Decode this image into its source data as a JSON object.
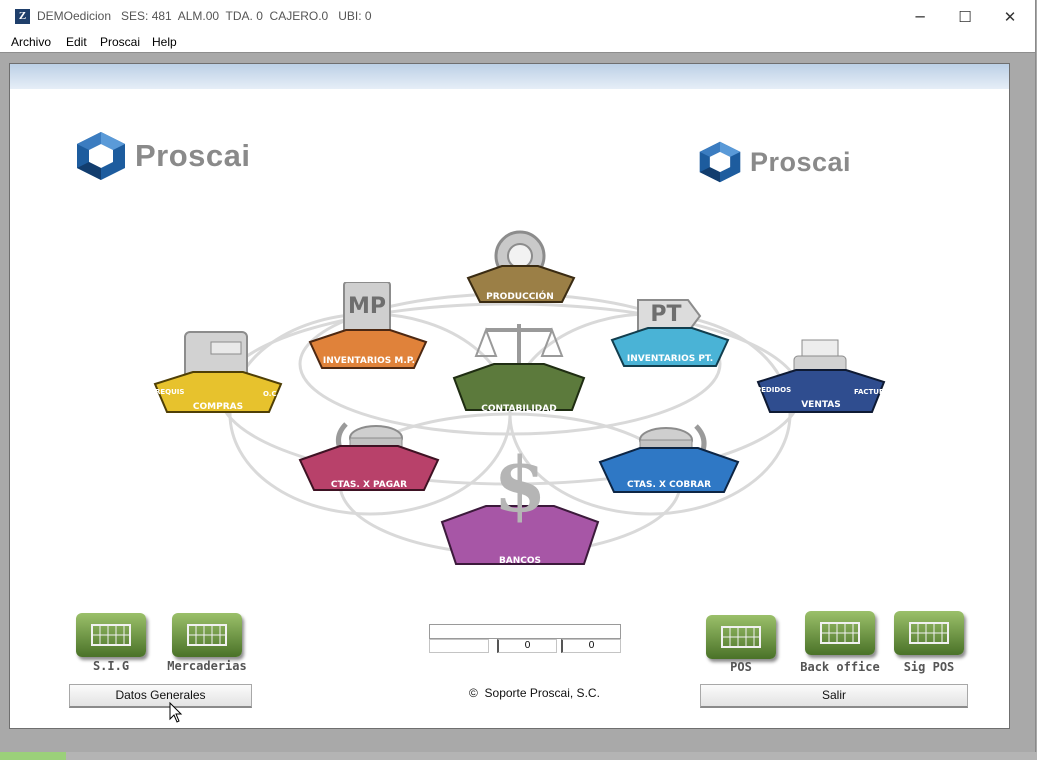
{
  "titlebar": {
    "title": "DEMOedicion   SES: 481  ALM.00  TDA. 0  CAJERO.0   UBI: 0",
    "app_icon": "Z",
    "minimize_glyph": "─",
    "maximize_glyph": "☐",
    "close_glyph": "✕"
  },
  "menu": {
    "items": [
      "Archivo",
      "Edit",
      "Proscai",
      "Help"
    ]
  },
  "logos": {
    "left_text": "Proscai",
    "right_text": "Proscai"
  },
  "modules": {
    "produccion": "PRODUCCIÓN",
    "inventarios_mp": "INVENTARIOS M.P.",
    "inventarios_pt": "INVENTARIOS PT.",
    "compras": "COMPRAS",
    "contabilidad": "CONTABILIDAD",
    "ventas": "VENTAS",
    "ctas_pagar": "CTAS. X PAGAR",
    "ctas_cobrar": "CTAS. X COBRAR",
    "bancos": "BANCOS",
    "mp_icon_text": "MP",
    "pt_icon_text": "PT",
    "compras_side_left": "REQUIS",
    "compras_side_right": "O.C.",
    "ventas_side_left": "PEDIDOS",
    "ventas_side_right": "FACTURA",
    "dollar": "$"
  },
  "left_buttons": {
    "sig": "S.I.G",
    "mercaderias": "Mercaderias",
    "datos_generales": "Datos Generales"
  },
  "right_buttons": {
    "pos": "POS",
    "back_office": "Back office",
    "sig_pos": "Sig POS",
    "salir": "Salir"
  },
  "status": {
    "value_a": "0",
    "value_b": "0"
  },
  "footer": {
    "copyright": "Soporte Proscai, S.C."
  },
  "colors": {
    "produccion": "#9b7f46",
    "inventarios_mp": "#e0823a",
    "inventarios_pt": "#4ab3d6",
    "compras": "#e7c22d",
    "contabilidad": "#5c7a3c",
    "ventas": "#2f4d8f",
    "ctas_pagar": "#b8416a",
    "ctas_cobrar": "#2f78c5",
    "bancos": "#a756a6",
    "logo_blue": "#1d5c9e"
  }
}
